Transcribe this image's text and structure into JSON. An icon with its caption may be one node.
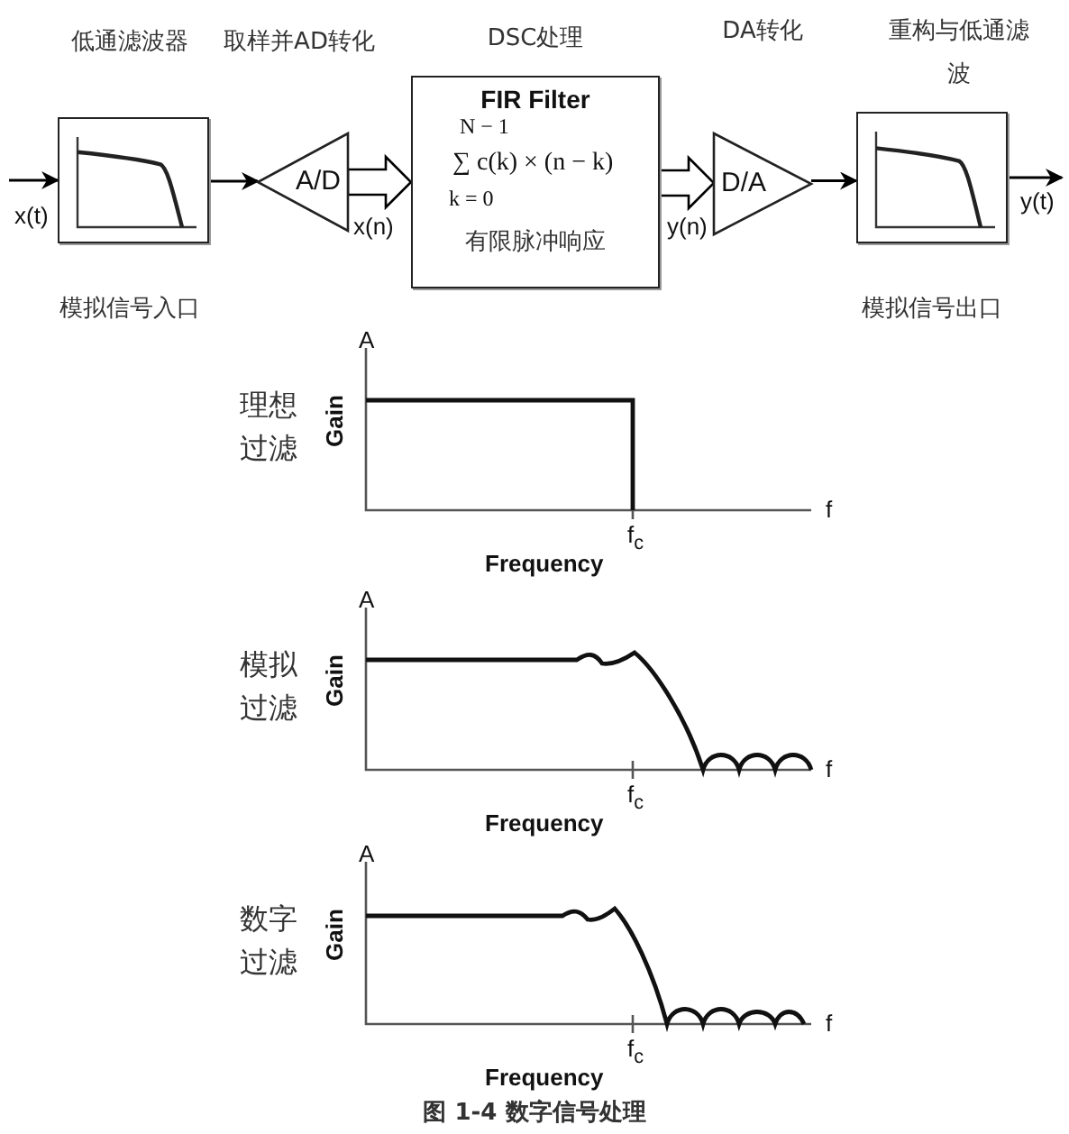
{
  "diagram": {
    "caption": "图 1-4 数字信号处理",
    "nodes": [
      {
        "text": [
          "低通滤波器"
        ],
        "beside": [
          "模拟信号入口"
        ]
      },
      {
        "text": [
          "A/D"
        ]
      },
      {
        "text": [
          "FIR Filter",
          "N − 1",
          "∑ c(k) × (n − k)",
          "k = 0",
          "有限脉冲响应"
        ],
        "beside": [
          "DSC处理"
        ]
      },
      {
        "text": [
          "D/A"
        ]
      },
      {
        "text": [
          "重构与低通滤波"
        ],
        "beside": [
          "模拟信号出口"
        ]
      }
    ],
    "edges": [
      {
        "from": null,
        "to": 0,
        "arrow": "to",
        "label": "x(t)"
      },
      {
        "from": 0,
        "to": 1,
        "arrow": "to"
      },
      {
        "from": 1,
        "to": 2,
        "arrow": "to",
        "label": "x(n)",
        "style": "thick"
      },
      {
        "from": 2,
        "to": 3,
        "arrow": "to",
        "label": "y(n)",
        "style": "thick"
      },
      {
        "from": 3,
        "to": 4,
        "arrow": "to"
      },
      {
        "from": 4,
        "to": null,
        "arrow": "to",
        "label": "y(t)"
      }
    ],
    "labels": [
      "取样并AD转化",
      "DA转化",
      "A",
      "理想过滤",
      "Gain",
      "f",
      "f$_{c}$",
      "Frequency",
      "A",
      "模拟过滤",
      "Gain",
      "f",
      "f$_{c}$",
      "Frequency",
      "A",
      "数字过滤",
      "Gain",
      "f",
      "f$_{c}$",
      "Frequency"
    ]
  }
}
